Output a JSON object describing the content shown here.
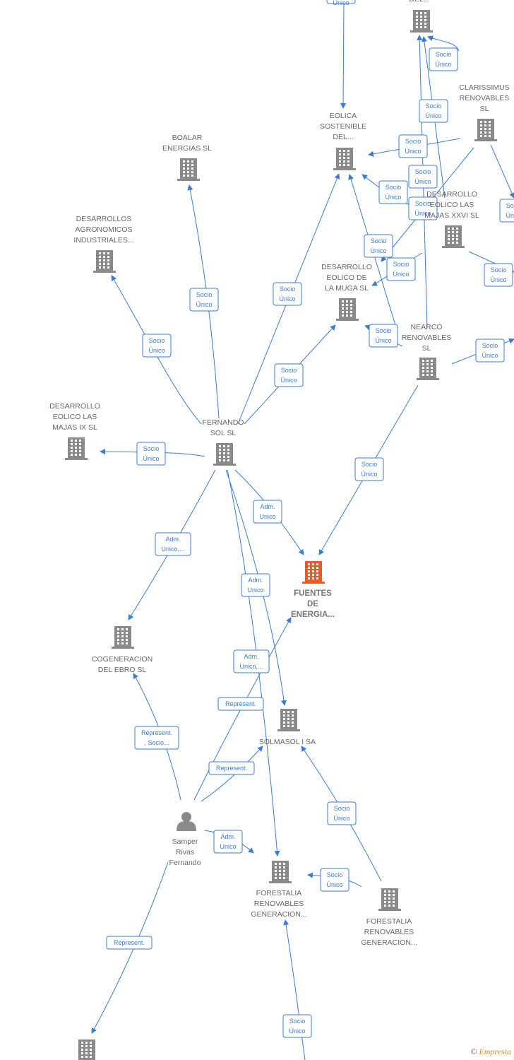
{
  "colors": {
    "edge": "#3a7bd5",
    "company": "#8a8a8a",
    "main_company": "#f05a28",
    "person": "#8a8a8a"
  },
  "nodes": [
    {
      "id": "top_partial",
      "type": "company",
      "lines": [
        "DEL..."
      ]
    },
    {
      "id": "clarissimus",
      "type": "company",
      "lines": [
        "CLARISSIMUS",
        "RENOVABLES",
        "SL"
      ]
    },
    {
      "id": "eolica_sostenible",
      "type": "company",
      "lines": [
        "EOLICA",
        "SOSTENIBLE",
        "DEL..."
      ]
    },
    {
      "id": "boalar",
      "type": "company",
      "lines": [
        "BOALAR",
        "ENERGIAS  SL"
      ]
    },
    {
      "id": "desarrollos_agronomicos",
      "type": "company",
      "lines": [
        "DESARROLLOS",
        "AGRONOMICOS",
        "INDUSTRIALES..."
      ]
    },
    {
      "id": "desarrollo_xxvi",
      "type": "company",
      "lines": [
        "DESARROLLO",
        "EOLICO LAS",
        "MAJAS XXVI  SL"
      ]
    },
    {
      "id": "desarrollo_muga",
      "type": "company",
      "lines": [
        "DESARROLLO",
        "EOLICO DE",
        "LA MUGA SL"
      ]
    },
    {
      "id": "nearco",
      "type": "company",
      "lines": [
        "NEARCO",
        "RENOVABLES",
        "SL"
      ]
    },
    {
      "id": "desarrollo_ix",
      "type": "company",
      "lines": [
        "DESARROLLO",
        "EOLICO LAS",
        "MAJAS IX  SL"
      ]
    },
    {
      "id": "fernando_sol",
      "type": "company",
      "lines": [
        "FERNANDO",
        "SOL SL"
      ]
    },
    {
      "id": "fuentes",
      "type": "main",
      "lines": [
        "FUENTES",
        "DE",
        "ENERGIA..."
      ]
    },
    {
      "id": "cogeneracion",
      "type": "company",
      "lines": [
        "COGENERACION",
        "DEL EBRO  SL"
      ]
    },
    {
      "id": "solmasol",
      "type": "company",
      "lines": [
        "SOLMASOL I SA"
      ]
    },
    {
      "id": "samper",
      "type": "person",
      "lines": [
        "Samper",
        "Rivas",
        "Fernando"
      ]
    },
    {
      "id": "forestalia_1",
      "type": "company",
      "lines": [
        "FORESTALIA",
        "RENOVABLES",
        "GENERACION..."
      ]
    },
    {
      "id": "forestalia_2",
      "type": "company",
      "lines": [
        "FORESTALIA",
        "RENOVABLES",
        "GENERACION..."
      ]
    },
    {
      "id": "bottom_company",
      "type": "company",
      "lines": []
    }
  ],
  "edges": [
    {
      "lines": [
        "Socio",
        "Único"
      ]
    },
    {
      "lines": [
        "Socio",
        "Único"
      ]
    },
    {
      "lines": [
        "Socio",
        "Único"
      ]
    },
    {
      "lines": [
        "Socio",
        "Único"
      ]
    },
    {
      "lines": [
        "Socio",
        "Único"
      ]
    },
    {
      "lines": [
        "Socio",
        "Único"
      ]
    },
    {
      "lines": [
        "Socio",
        "Único"
      ]
    },
    {
      "lines": [
        "Socio",
        "Único"
      ]
    },
    {
      "lines": [
        "Socio",
        "Único"
      ]
    },
    {
      "lines": [
        "Socio",
        "Único"
      ]
    },
    {
      "lines": [
        "Socio",
        "Único"
      ]
    },
    {
      "lines": [
        "Socio",
        "Único"
      ]
    },
    {
      "lines": [
        "Socio",
        "Único"
      ]
    },
    {
      "lines": [
        "Socio",
        "Único"
      ]
    },
    {
      "lines": [
        "Socio",
        "Único"
      ]
    },
    {
      "lines": [
        "Socio",
        "Único"
      ]
    },
    {
      "lines": [
        "Socio",
        "Único"
      ]
    },
    {
      "lines": [
        "Socio",
        "Único"
      ]
    },
    {
      "lines": [
        "Adm.",
        "Unico"
      ]
    },
    {
      "lines": [
        "Adm.",
        "Unico,..."
      ]
    },
    {
      "lines": [
        "Adm.",
        "Unico"
      ]
    },
    {
      "lines": [
        "Adm.",
        "Unico,..."
      ]
    },
    {
      "lines": [
        "Socio",
        "Único"
      ]
    },
    {
      "lines": [
        "Represent."
      ]
    },
    {
      "lines": [
        "Represent.",
        ", Socio..."
      ]
    },
    {
      "lines": [
        "Represent."
      ]
    },
    {
      "lines": [
        "Adm.",
        "Unico"
      ]
    },
    {
      "lines": [
        "Represent."
      ]
    },
    {
      "lines": [
        "Socio",
        "Único"
      ]
    },
    {
      "lines": [
        "Socio",
        "Único"
      ]
    },
    {
      "lines": [
        "Socio",
        "Único"
      ]
    },
    {
      "lines": [
        "Socio",
        "Único"
      ]
    },
    {
      "lines": [
        "Socio",
        "Único"
      ]
    }
  ],
  "footer": {
    "copyright": "©",
    "brand": "Empresia"
  }
}
